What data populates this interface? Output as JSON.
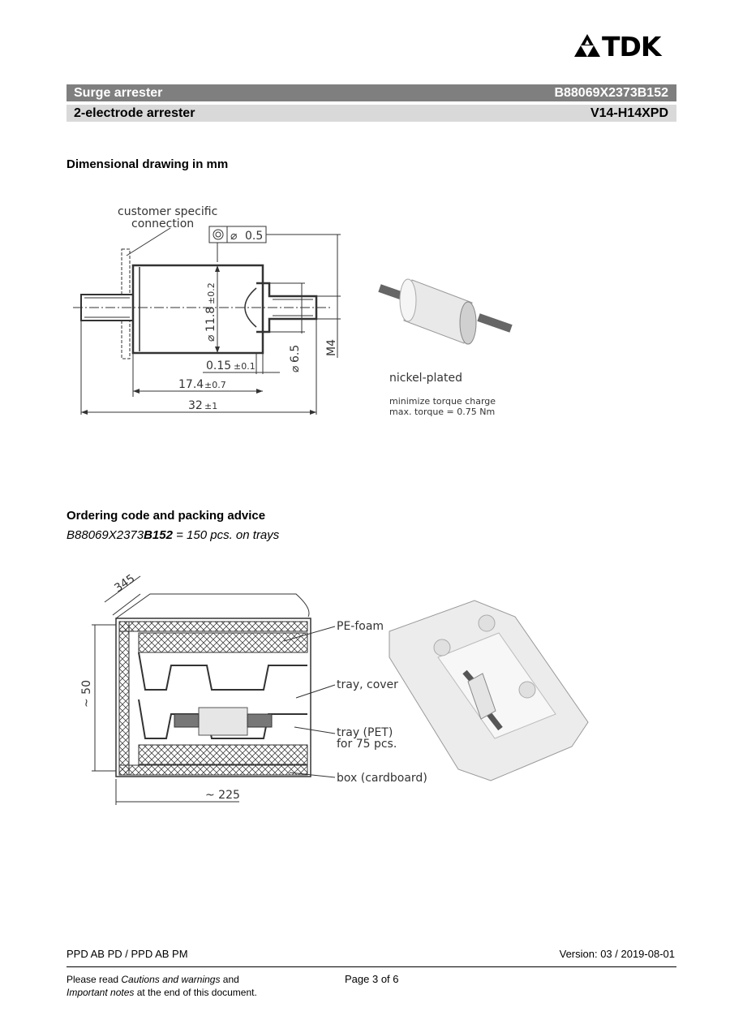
{
  "brand": {
    "name": "TDK"
  },
  "header": {
    "product": "Surge arrester",
    "part_number": "B88069X2373B152",
    "subtype": "2-electrode arrester",
    "variant": "V14-H14XPD"
  },
  "sections": {
    "drawing_title": "Dimensional drawing in mm",
    "ordering_title": "Ordering code and packing advice",
    "ordering_code_prefix": "B88069X2373",
    "ordering_code_bold": "B152",
    "ordering_code_suffix": " = 150 pcs. on trays"
  },
  "drawing": {
    "customer_1": "customer specific",
    "customer_2": "connection",
    "tolerance": "0.5",
    "dia_body": "11.8",
    "dia_body_tol": "±0.2",
    "dia_inner": "6.5",
    "thread": "M4",
    "gap": "0.15",
    "gap_tol": "±0.1",
    "len_body": "17.4",
    "len_body_tol": "±0.7",
    "len_total": "32",
    "len_total_tol": "±1",
    "finish": "nickel-plated",
    "note1": "minimize torque charge",
    "note2": "max. torque = 0.75 Nm"
  },
  "packing": {
    "dim_345": "345",
    "dim_50": "~ 50",
    "dim_225": "~ 225",
    "pe_foam": "PE-foam",
    "tray_cover": "tray, cover",
    "tray_pet_1": "tray (PET)",
    "tray_pet_2": "for 75 pcs.",
    "box": "box (cardboard)"
  },
  "footer": {
    "dept": "PPD AB PD / PPD AB PM",
    "version": "Version: 03 / 2019-08-01",
    "read_prefix": "Please read ",
    "cautions": "Cautions and warnings",
    "and": " and",
    "important": "Important notes",
    "end": " at the end of this document.",
    "page": "Page 3 of 6"
  }
}
